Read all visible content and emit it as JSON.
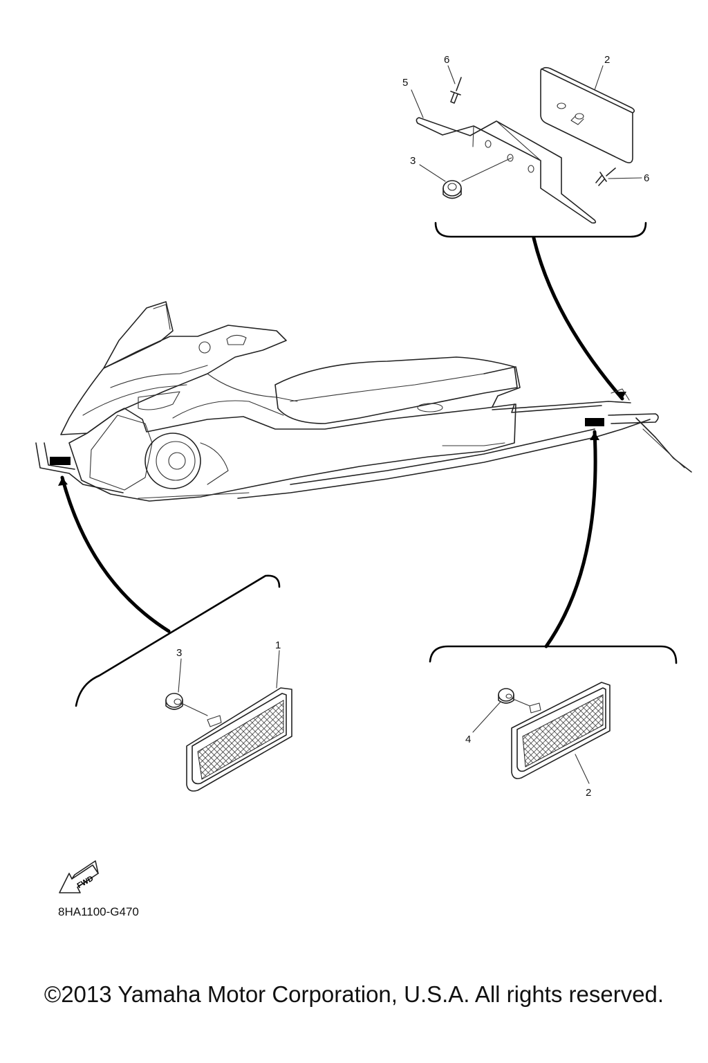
{
  "callouts": {
    "top_6a": "6",
    "top_2": "2",
    "top_5": "5",
    "top_3": "3",
    "top_6b": "6",
    "left_3": "3",
    "left_1": "1",
    "right_4": "4",
    "right_2": "2"
  },
  "fwd_label": "FWD",
  "diagram_code": "8HA1100-G470",
  "copyright": "©2013 Yamaha Motor Corporation, U.S.A. All rights reserved."
}
